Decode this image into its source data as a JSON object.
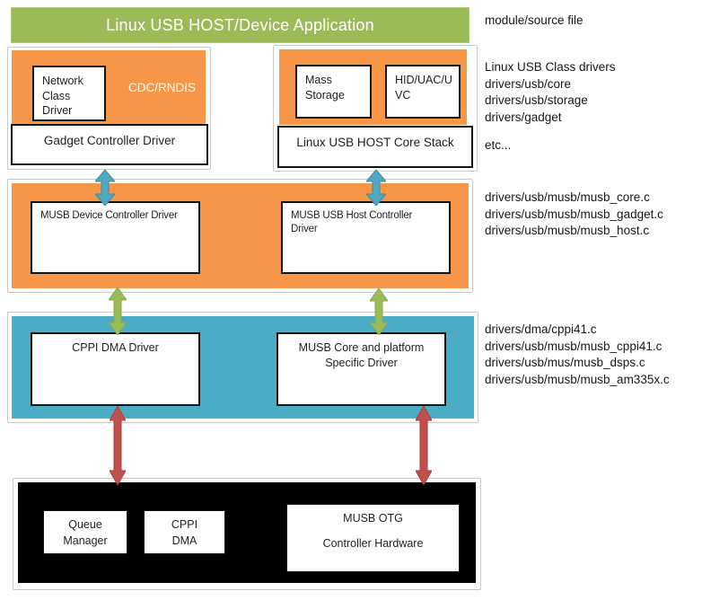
{
  "colors": {
    "green": "#9bbb59",
    "orange": "#f79646",
    "teal": "#4bacc6",
    "arrow_blue": "#52a7c3",
    "arrow_green": "#9bbb59",
    "arrow_red": "#c0504d"
  },
  "title_bar": {
    "label": "Linux USB HOST/Device Application"
  },
  "device_stack": {
    "network_box": [
      "Network",
      "Class Driver"
    ],
    "cdc_label": "CDC/RNDIS",
    "gadget_box": "Gadget Controller Driver"
  },
  "host_stack": {
    "mass_storage_box": [
      "Mass",
      "Storage"
    ],
    "hid_box": [
      "HID/UAC/U",
      "VC"
    ],
    "core_stack_box": "Linux USB HOST Core Stack"
  },
  "musb_layer": {
    "device_box": "MUSB Device Controller Driver",
    "host_box": "MUSB USB Host Controller Driver"
  },
  "platform_layer": {
    "cppi_box": "CPPI DMA Driver",
    "core_box": [
      "MUSB Core and platform",
      "Specific Driver"
    ]
  },
  "hardware_layer": {
    "queue_box": [
      "Queue",
      "Manager"
    ],
    "cppi_box": [
      "CPPI",
      "DMA"
    ],
    "otg_box": [
      "MUSB OTG",
      "",
      "Controller Hardware"
    ]
  },
  "annotations": {
    "module_source": "module/source file",
    "class_drivers": [
      "Linux USB Class drivers",
      "drivers/usb/core",
      "drivers/usb/storage",
      "drivers/gadget"
    ],
    "etc": "etc...",
    "musb_files": [
      "drivers/usb/musb/musb_core.c",
      "drivers/usb/musb/musb_gadget.c",
      "drivers/usb/musb/musb_host.c"
    ],
    "platform_files": [
      "drivers/dma/cppi41.c",
      "drivers/usb/musb/musb_cppi41.c",
      "drivers/usb/mus/musb_dsps.c",
      "drivers/usb/musb/musb_am335x.c"
    ]
  }
}
